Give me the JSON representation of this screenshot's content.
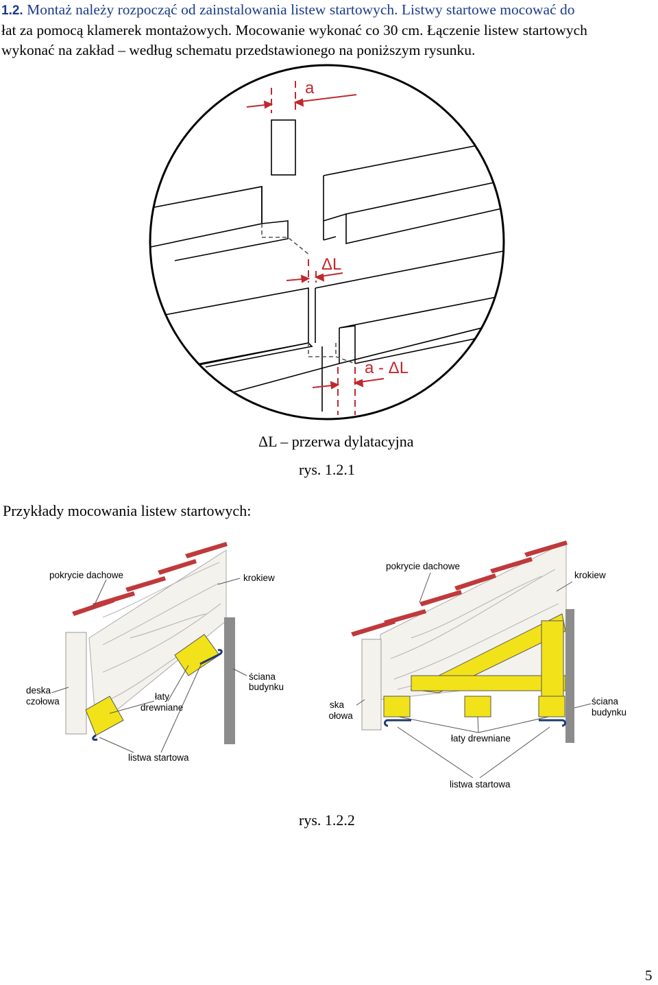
{
  "section": {
    "number": "1.2.",
    "line1": "Montaż należy rozpocząć od zainstalowania listew startowych. Listwy startowe mocować do",
    "line2": "łat za pomocą klamerek montażowych. Mocowanie wykonać co 30 cm. Łączenie listew startowych",
    "line3": "wykonać na zakład – według schematu przedstawionego na poniższym rysunku."
  },
  "figure1": {
    "label_a": "a",
    "label_dl": "ΔL",
    "label_a_dl": "a - ΔL",
    "legend": "ΔL – przerwa dylatacyjna",
    "caption": "rys. 1.2.1"
  },
  "examples_heading": "Przykłady mocowania listew startowych:",
  "figure2": {
    "left": {
      "roof_cover": "pokrycie dachowe",
      "rafter": "krokiew",
      "fascia_1": "deska",
      "fascia_2": "czołowa",
      "battens_1": "łaty",
      "battens_2": "drewniane",
      "wall_1": "ściana",
      "wall_2": "budynku",
      "starter": "listwa startowa"
    },
    "right": {
      "roof_cover": "pokrycie dachowe",
      "rafter": "krokiew",
      "fascia_1": "deska",
      "fascia_2": "czołowa",
      "battens": "łaty drewniane",
      "wall_1": "ściana",
      "wall_2": "budynku",
      "starter": "listwa startowa"
    },
    "caption": "rys. 1.2.2"
  },
  "page_number": "5",
  "colors": {
    "text_blue": "#1a3a8a",
    "dimension_red": "#c0282d",
    "roof_red": "#c0393b",
    "batten_yellow": "#f2e21a",
    "wall_gray": "#8c8c8c",
    "starter_blue": "#1f3a6e"
  }
}
